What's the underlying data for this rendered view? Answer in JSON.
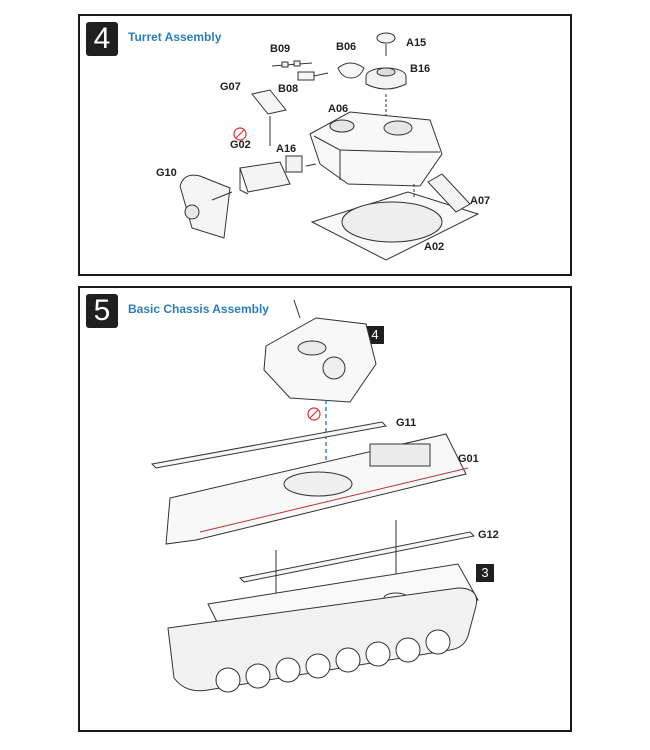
{
  "steps": [
    {
      "number": "4",
      "title": "Turret Assembly",
      "parts": {
        "b09": "B09",
        "b06": "B06",
        "a15": "A15",
        "b08": "B08",
        "b16": "B16",
        "g07": "G07",
        "a06": "A06",
        "g02": "G02",
        "a16": "A16",
        "g10": "G10",
        "a07": "A07",
        "a02": "A02"
      }
    },
    {
      "number": "5",
      "title": "Basic Chassis Assembly",
      "parts": {
        "g11": "G11",
        "g01": "G01",
        "g12": "G12"
      },
      "refs": {
        "turret_step": "4",
        "hull_step": "3"
      }
    }
  ],
  "icons": [
    "no-glue-icon"
  ],
  "colors": {
    "title": "#2b7fb8",
    "stepbox": "#1f1f1f",
    "guide_line": "#2b7fb8"
  }
}
